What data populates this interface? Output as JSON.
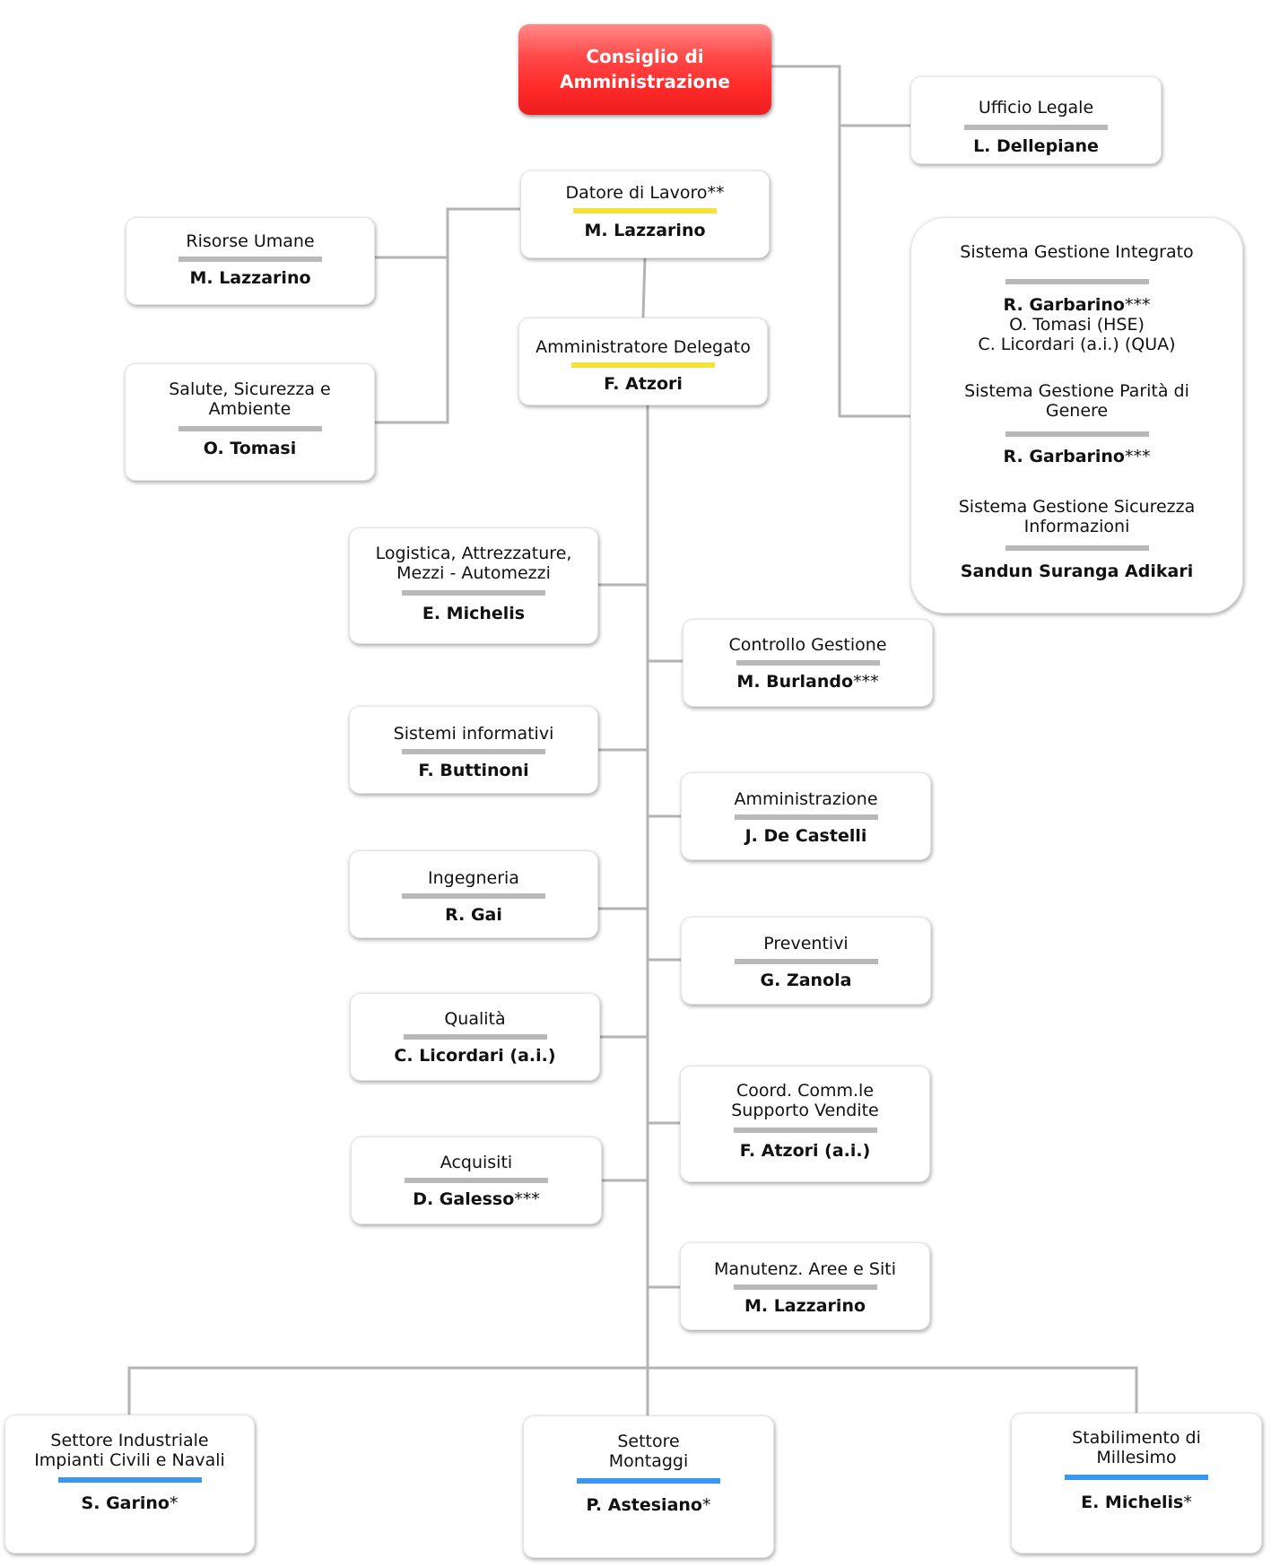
{
  "colors": {
    "board": "#ff2a2a",
    "connector": "#b3b3b3",
    "bar_gray": "#b9b9b9",
    "bar_yellow": "#f3e43a",
    "bar_blue": "#3a97ef"
  },
  "board": {
    "line1": "Consiglio di",
    "line2": "Amministrazione"
  },
  "legal": {
    "role": "Ufficio Legale",
    "name": "L. Dellepiane"
  },
  "sgi": {
    "s1_role": "Sistema Gestione Integrato",
    "s1_name": "R. Garbarino",
    "s1_suffix": "***",
    "s1_line2": "O. Tomasi (HSE)",
    "s1_line3": "C. Licordari (a.i.) (QUA)",
    "s2_role_l1": "Sistema Gestione Parità di",
    "s2_role_l2": "Genere",
    "s2_name": "R. Garbarino",
    "s2_suffix": "***",
    "s3_role_l1": "Sistema Gestione Sicurezza",
    "s3_role_l2": "Informazioni",
    "s3_name": "Sandun Suranga Adikari"
  },
  "employer": {
    "role": "Datore di Lavoro**",
    "name": "M. Lazzarino"
  },
  "ceo": {
    "role": "Amministratore Delegato",
    "name": "F. Atzori"
  },
  "hr": {
    "role": "Risorse Umane",
    "name": "M. Lazzarino"
  },
  "hse": {
    "role_l1": "Salute, Sicurezza e",
    "role_l2": "Ambiente",
    "name": "O. Tomasi"
  },
  "left_units": [
    {
      "role_l1": "Logistica, Attrezzature,",
      "role_l2": "Mezzi - Automezzi",
      "name": "E. Michelis",
      "suffix": ""
    },
    {
      "role_l1": "Sistemi informativi",
      "role_l2": "",
      "name": "F. Buttinoni",
      "suffix": ""
    },
    {
      "role_l1": "Ingegneria",
      "role_l2": "",
      "name": "R. Gai",
      "suffix": ""
    },
    {
      "role_l1": "Qualità",
      "role_l2": "",
      "name": "C. Licordari (a.i.)",
      "suffix": ""
    },
    {
      "role_l1": "Acquisiti",
      "role_l2": "",
      "name": "D. Galesso",
      "suffix": "***"
    }
  ],
  "right_units": [
    {
      "role_l1": "Controllo Gestione",
      "role_l2": "",
      "name": "M. Burlando",
      "suffix": "***"
    },
    {
      "role_l1": "Amministrazione",
      "role_l2": "",
      "name": "J. De Castelli",
      "suffix": ""
    },
    {
      "role_l1": "Preventivi",
      "role_l2": "",
      "name": "G. Zanola",
      "suffix": ""
    },
    {
      "role_l1": "Coord. Comm.le",
      "role_l2": "Supporto Vendite",
      "name": "F. Atzori (a.i.)",
      "suffix": ""
    },
    {
      "role_l1": "Manutenz. Aree e Siti",
      "role_l2": "",
      "name": "M. Lazzarino",
      "suffix": ""
    }
  ],
  "sectors": [
    {
      "role_l1": "Settore Industriale",
      "role_l2": "Impianti Civili e Navali",
      "name": "S. Garino",
      "suffix": "*"
    },
    {
      "role_l1": "Settore",
      "role_l2": "Montaggi",
      "name": "P. Astesiano",
      "suffix": "*"
    },
    {
      "role_l1": "Stabilimento di",
      "role_l2": "Millesimo",
      "name": "E. Michelis",
      "suffix": "*"
    }
  ]
}
